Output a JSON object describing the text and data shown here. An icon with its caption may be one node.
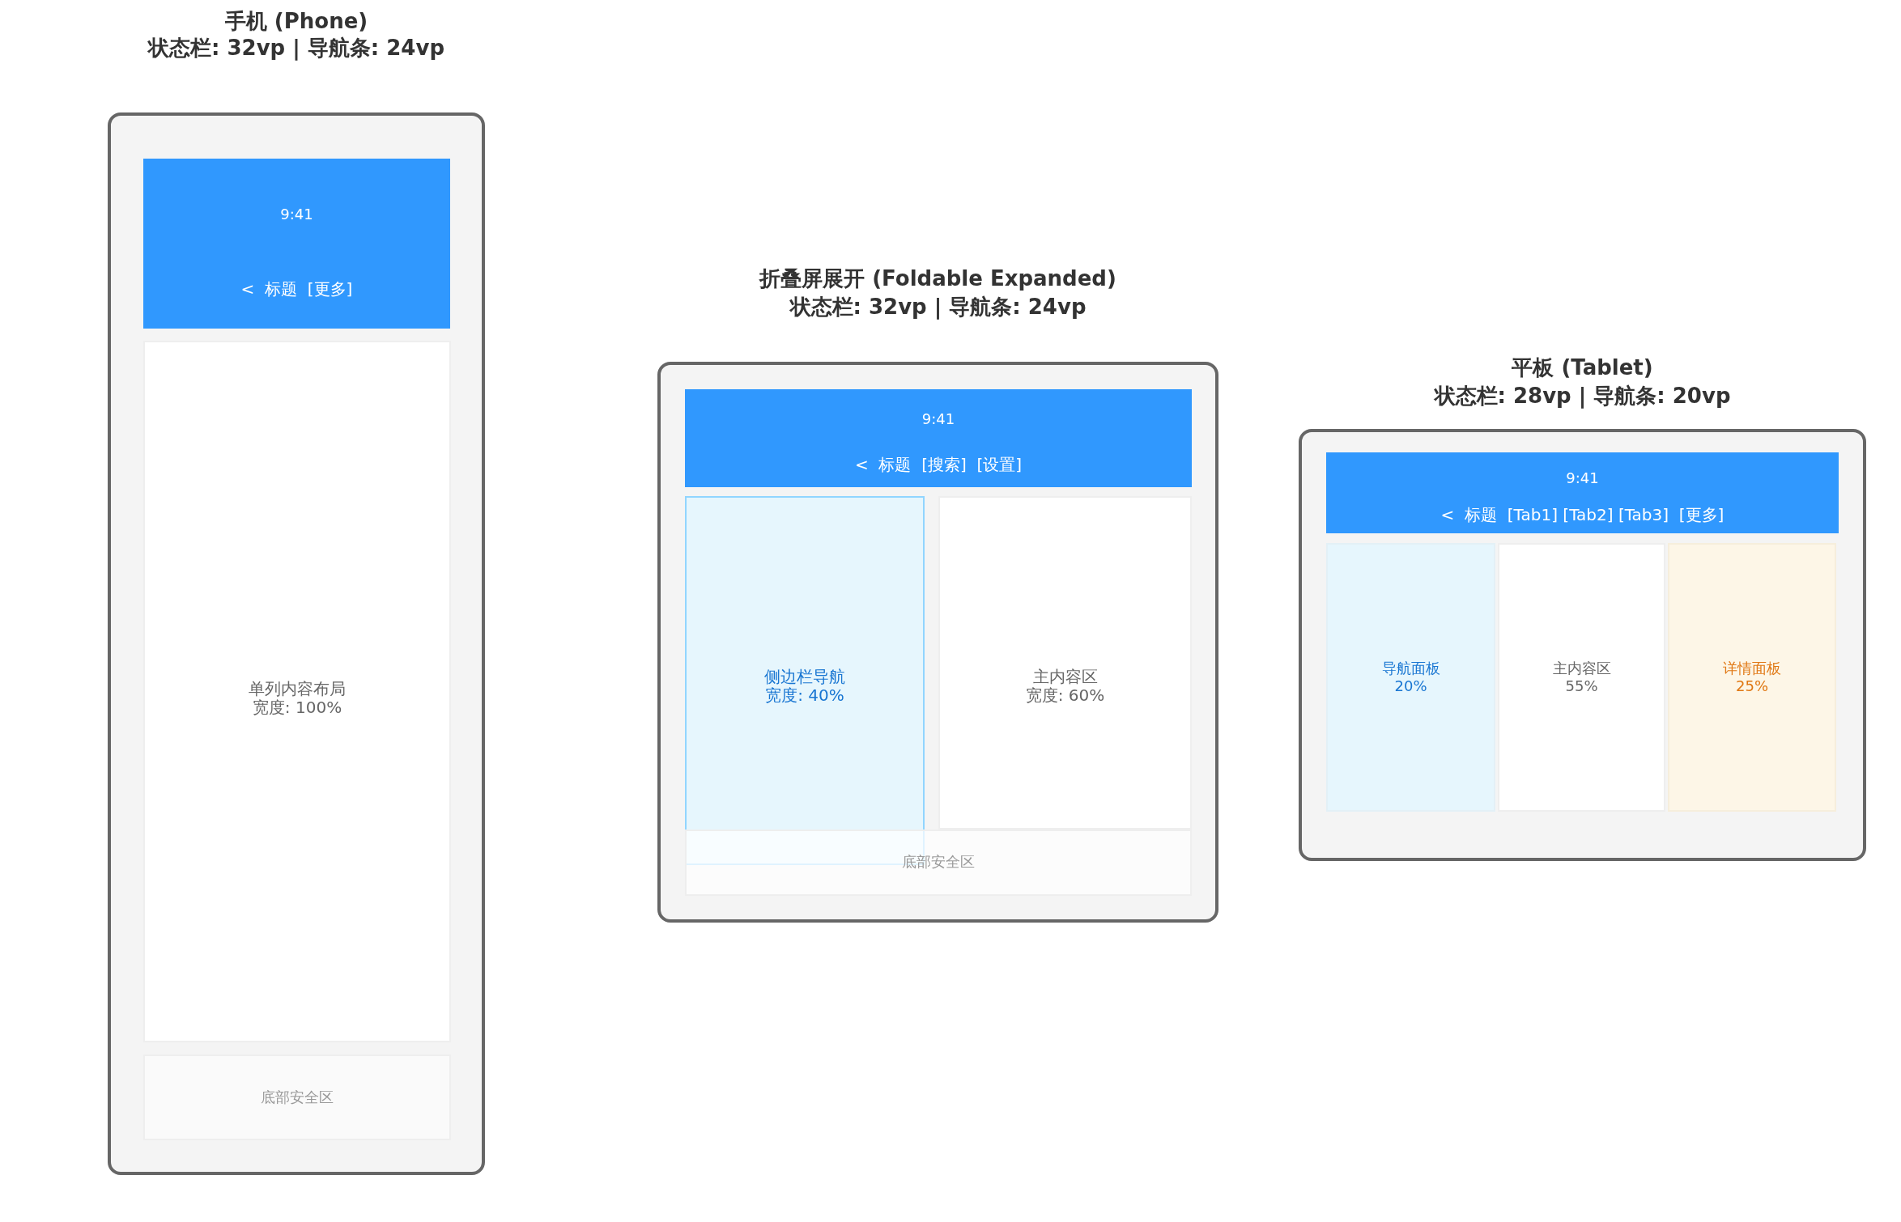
{
  "diagram": {
    "nodes": [
      {
        "text": [
          "手机 (Phone)",
          "状态栏: 32vp | 导航条: 24vp"
        ]
      },
      {
        "text": [
          "9:41",
          "<  标题  [更多]"
        ],
        "in": 0
      },
      {
        "text": [
          "单列内容布局",
          "宽度: 100%"
        ],
        "in": 0
      },
      {
        "text": [
          "底部安全区"
        ],
        "in": 0
      },
      {
        "text": [
          "折叠屏展开 (Foldable Expanded)",
          "状态栏: 32vp | 导航条: 24vp"
        ]
      },
      {
        "text": [
          "9:41",
          "<  标题  [搜索]  [设置]"
        ],
        "in": 4
      },
      {
        "text": [
          "侧边栏导航",
          "宽度: 40%"
        ],
        "in": 4
      },
      {
        "text": [
          "主内容区",
          "宽度: 60%"
        ],
        "in": 4
      },
      {
        "text": [
          "底部安全区"
        ],
        "in": 4
      },
      {
        "text": [
          "平板 (Tablet)",
          "状态栏: 28vp | 导航条: 20vp"
        ]
      },
      {
        "text": [
          "9:41",
          "<  标题  [Tab1] [Tab2] [Tab3]  [更多]"
        ],
        "in": 9
      },
      {
        "text": [
          "导航面板",
          "20%"
        ],
        "in": 9
      },
      {
        "text": [
          "主内容区",
          "55%"
        ],
        "in": 9
      },
      {
        "text": [
          "详情面板",
          "25%"
        ],
        "in": 9
      }
    ]
  }
}
